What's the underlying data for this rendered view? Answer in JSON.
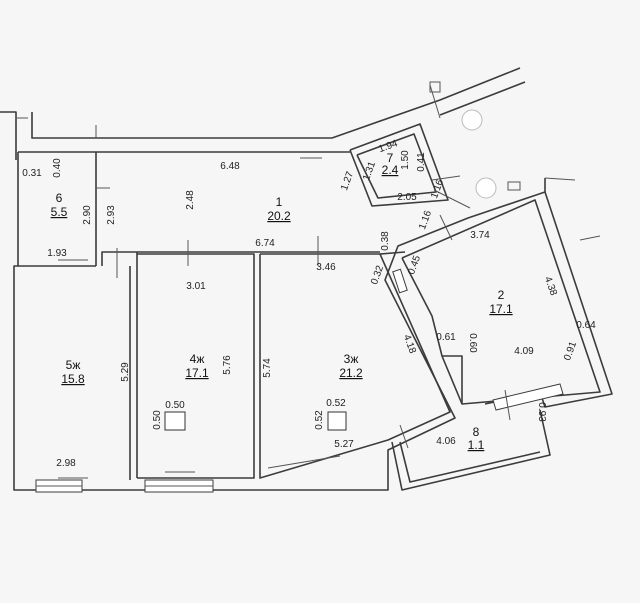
{
  "rooms": [
    {
      "number": "1",
      "area": "20.2"
    },
    {
      "number": "2",
      "area": "17.1"
    },
    {
      "number": "3ж",
      "area": "21.2"
    },
    {
      "number": "4ж",
      "area": "17.1"
    },
    {
      "number": "5ж",
      "area": "15.8"
    },
    {
      "number": "6",
      "area": "5.5"
    },
    {
      "number": "7",
      "area": "2.4"
    },
    {
      "number": "8",
      "area": "1.1"
    }
  ],
  "dimensions": [
    "6.48",
    "2.48",
    "6.74",
    "0.38",
    "0.31",
    "0.40",
    "2.90",
    "2.93",
    "1.93",
    "1.94",
    "0.41",
    "1.50",
    "1.31",
    "1.27",
    "1.16",
    "2.05",
    "1.16",
    "3.74",
    "4.38",
    "0.45",
    "0.32",
    "0.61",
    "0.60",
    "4.09",
    "0.64",
    "0.91",
    "4.06",
    "0.93",
    "3.46",
    "5.74",
    "4.18",
    "0.52",
    "0.52",
    "5.27",
    "3.01",
    "5.76",
    "0.50",
    "0.50",
    "5.29",
    "2.98"
  ],
  "colors": {
    "wall": "#3c3c3c",
    "background": "#f6f6f6"
  }
}
